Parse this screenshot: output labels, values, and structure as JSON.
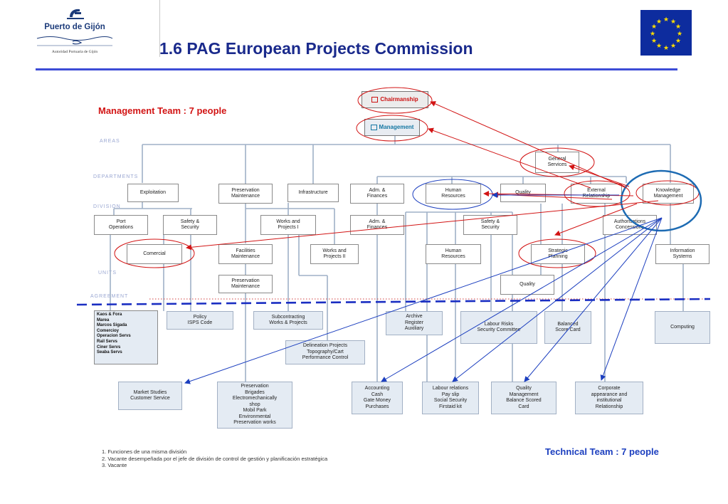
{
  "header": {
    "logo_name": "Puerto de Gijón",
    "logo_subtitle": "Autoridad Portuaria de Gijón",
    "title": "1.6  PAG European Projects Commission"
  },
  "colors": {
    "title": "#1a2a8c",
    "management_accent": "#d21414",
    "technical_accent": "#1c3fbf",
    "rule": "#3d4cd6",
    "eu_flag": "#0d2c9e",
    "eu_stars": "#ffde00",
    "org_lines": "#9fb1c7"
  },
  "annotations": {
    "management_team": "Management Team : 7 people",
    "technical_team": "Technical Team : 7 people"
  },
  "levels": {
    "areas": "AREAS",
    "departments": "DEPARTMENTS",
    "division": "DIVISION",
    "units": "UNITS",
    "agreement": "AGREEMENT"
  },
  "top": {
    "chairmanship": "Chairmanship",
    "management": "Management"
  },
  "nodes": {
    "general_services": "General\nServices",
    "exploitation": "Exploitation",
    "preservation_maintenance": "Preservation\nMaintenance",
    "infrastructure": "Infrastructure",
    "adm_finances": "Adm. &\nFinances",
    "human_resources": "Human\nResources",
    "quality": "Quality",
    "external_relationship": "External\nRelationship",
    "knowledge_management": "Knowledge\nManagement",
    "port_operations": "Port\nOperations",
    "safety_security_1": "Safety &\nSecurity",
    "works_projects_1": "Works and\nProjects I",
    "adm_finances_2": "Adm. &\nFinances",
    "safety_security_2": "Safety &\nSecurity",
    "authorisation_concessions": "Authorisations\nConcessions",
    "comercial": "Comercial",
    "facilities_maintenance": "Facilities\nMaintenance",
    "works_projects_2": "Works and\nProjects II",
    "human_resources_2": "Human\nResources",
    "strategic_planning": "Strategic\nPlanning",
    "information_systems": "Information\nSystems",
    "preservation_maintenance_2": "Preservation\nMaintenance",
    "quality_2": "Quality",
    "policy_code": "Policy\nISPS Code",
    "subcontracting": "Subcontracting\nWorks & Projects",
    "archive": "Archive\nRegister\nAuxiliary",
    "labour_risks": "Labour Risks\nSecurity Committee",
    "balanced_score_card": "Balanced\nScore Card",
    "computing": "Computing",
    "delineation": "Delineation Projects\nTopography/Cart\nPerformance Control",
    "market_studies": "Market Studies\nCustomer Service",
    "preservation_brigades": "Preservation\nBrigades\nElectromechanically\nshop\nMobil Park\nEnvironmental\nPreservation works",
    "accounting": "Accounting\nCash\nGate Money\nPurchases",
    "labour_relations": "Labour relations\nPay slip\nSocial Security\nFirstaid kit",
    "quality_management": "Quality\nManagement\nBalance Scored\nCard",
    "corporate": "Corporate\nappearance and\ninstitutional\nRelationship"
  },
  "agreement_list": [
    "Kaos & Fora",
    "Marea",
    "Marcos Sigada",
    "Comercioy",
    "Operacion Servs",
    "Rail Servs",
    "Ciner Servs",
    "Seaba Servs"
  ],
  "footnotes": [
    "1. Funciones de una misma división",
    "2. Vacante desempeñada por el jefe de división de control de gestión y planificación estratégica",
    "3. Vacante"
  ]
}
